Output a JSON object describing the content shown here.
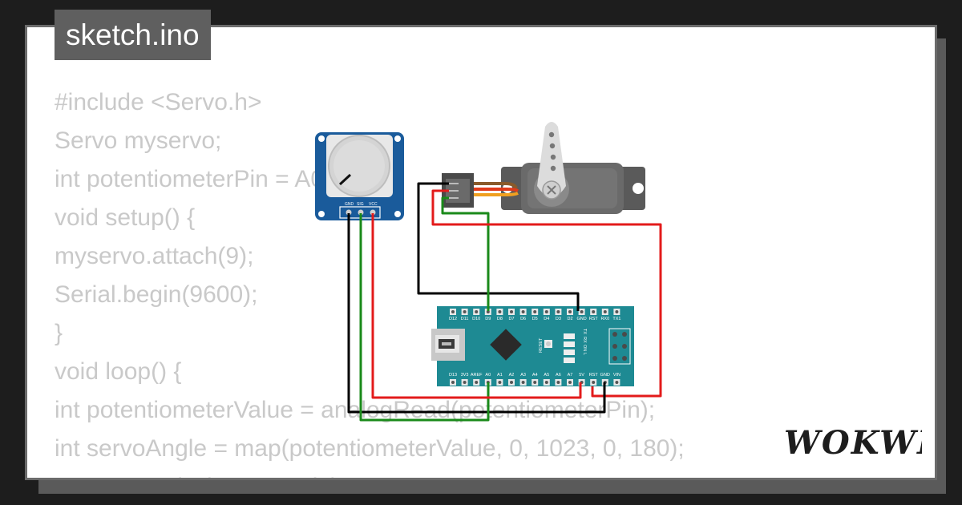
{
  "app": {
    "file_tab": "sketch.ino",
    "logo_text": "WOKWI"
  },
  "code_lines": [
    "#include <Servo.h>",
    "Servo myservo;",
    "int potentiometerPin = A0;",
    "void setup() {",
    "myservo.attach(9);",
    "Serial.begin(9600);",
    "}",
    "void loop() {",
    "int potentiometerValue = analogRead(potentiometerPin);",
    "int servoAngle = map(potentiometerValue, 0, 1023, 0, 180);",
    "myservo.write(servoAngle);"
  ],
  "circuit": {
    "potentiometer": {
      "pins": [
        "GND",
        "SIG",
        "VCC"
      ]
    },
    "nano": {
      "top_pins": [
        "D12",
        "D11",
        "D10",
        "D9",
        "D8",
        "D7",
        "D6",
        "D5",
        "D4",
        "D3",
        "D2",
        "GND",
        "RST",
        "RX0",
        "TX1"
      ],
      "bottom_pins": [
        "D13",
        "3V3",
        "AREF",
        "A0",
        "A1",
        "A2",
        "A3",
        "A4",
        "A5",
        "A6",
        "A7",
        "5V",
        "RST",
        "GND",
        "VIN"
      ],
      "led_labels": [
        "TX",
        "RX",
        "ON",
        "L"
      ],
      "reset_label": "RESET"
    },
    "wire_colors": {
      "gnd": "#000000",
      "signal": "#1a8a1a",
      "power": "#e31b1b"
    }
  }
}
